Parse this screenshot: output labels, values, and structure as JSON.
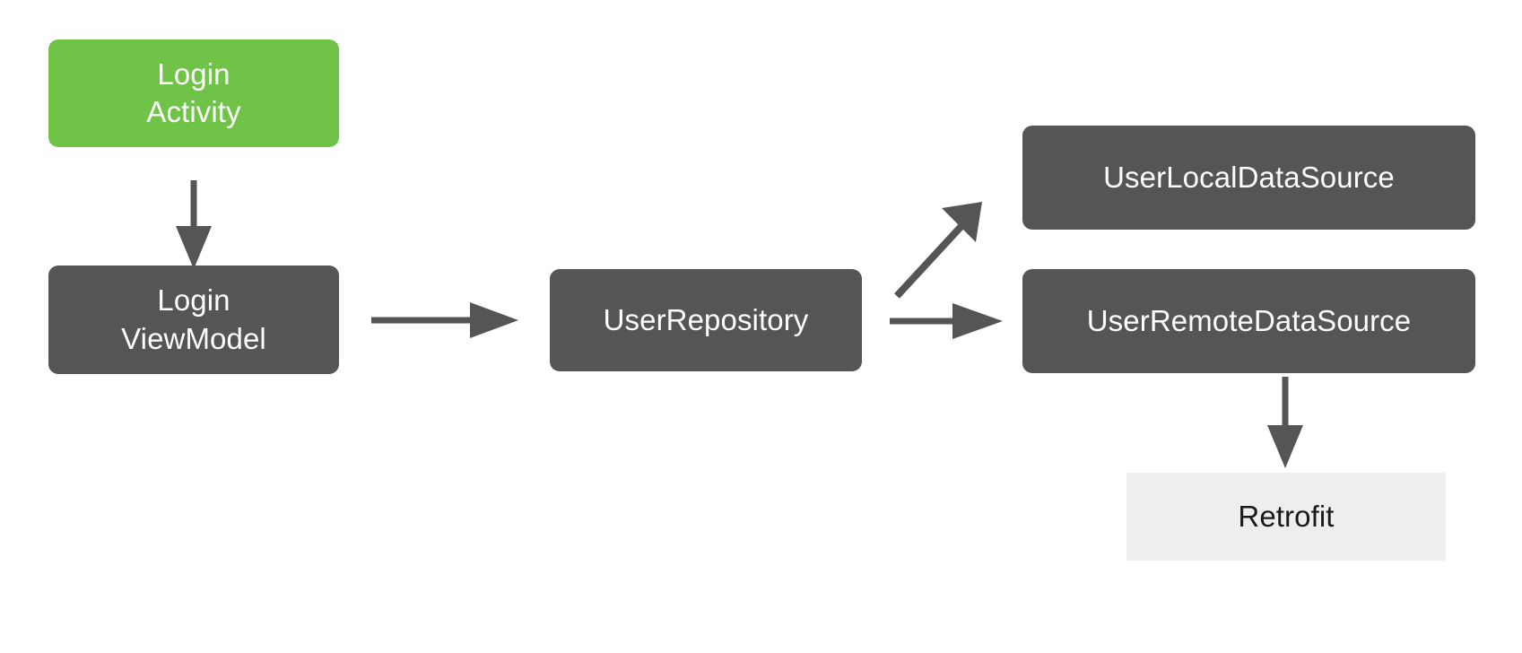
{
  "diagram": {
    "title": "Android app layered architecture flow",
    "background_color": "#FFFFFF",
    "nodes": {
      "login_activity": {
        "label": "Login\nActivity",
        "fill": "#6FC347",
        "text_color": "#FFFFFF",
        "shape": "rounded-rect"
      },
      "login_viewmodel": {
        "label": "Login\nViewModel",
        "fill": "#555555",
        "text_color": "#FFFFFF",
        "shape": "rounded-rect"
      },
      "user_repository": {
        "label": "UserRepository",
        "fill": "#555555",
        "text_color": "#FFFFFF",
        "shape": "rounded-rect"
      },
      "user_local_ds": {
        "label": "UserLocalDataSource",
        "fill": "#555555",
        "text_color": "#FFFFFF",
        "shape": "rounded-rect"
      },
      "user_remote_ds": {
        "label": "UserRemoteDataSource",
        "fill": "#555555",
        "text_color": "#FFFFFF",
        "shape": "rounded-rect"
      },
      "retrofit": {
        "label": "Retrofit",
        "fill": "#EEEEEE",
        "text_color": "#1A1A1A",
        "shape": "rect"
      }
    },
    "edges": [
      {
        "from": "login_activity",
        "to": "login_viewmodel",
        "direction": "down",
        "color": "#555555"
      },
      {
        "from": "login_viewmodel",
        "to": "user_repository",
        "direction": "right",
        "color": "#555555"
      },
      {
        "from": "user_repository",
        "to": "user_local_ds",
        "direction": "up-right",
        "color": "#555555"
      },
      {
        "from": "user_repository",
        "to": "user_remote_ds",
        "direction": "right",
        "color": "#555555"
      },
      {
        "from": "user_remote_ds",
        "to": "retrofit",
        "direction": "down",
        "color": "#555555"
      }
    ]
  }
}
